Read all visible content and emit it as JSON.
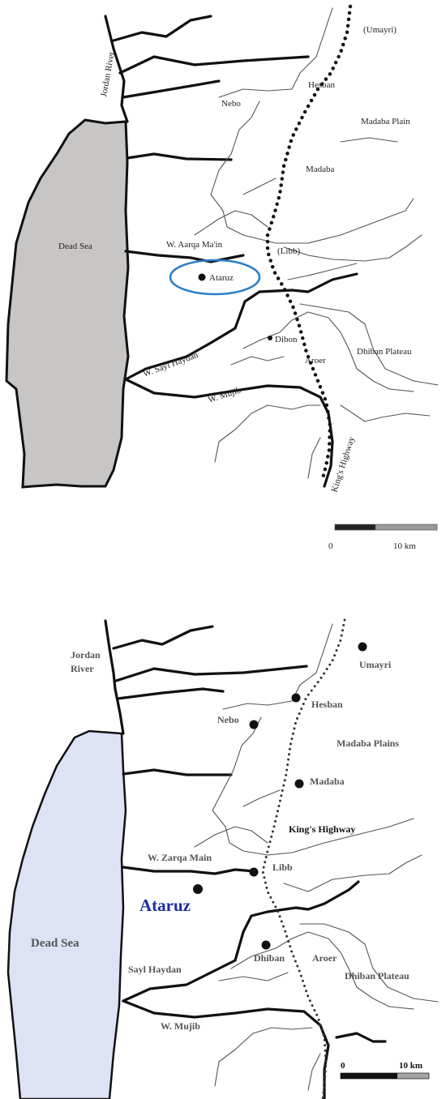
{
  "top_map": {
    "labels": {
      "jordan_river": "Jordan River",
      "umayri": "(Umayri)",
      "hesban": "Hesban",
      "nebo": "Nebo",
      "madaba_plain": "Madaba Plain",
      "madaba": "Madaba",
      "dead_sea": "Dead Sea",
      "w_zarqa": "W. Aarqa Ma'in",
      "libb": "(Libb)",
      "ataruz": "Ataruz",
      "dibon": "Dibon",
      "aroer": "Aroer",
      "dhiban_plateau": "Dhiban Plateau",
      "w_sayl": "W. Sayl Haydan",
      "w_mujib": "W. Mujib",
      "kings_highway": "King's Highway"
    },
    "scale": {
      "min": "0",
      "max": "10 km"
    },
    "colors": {
      "dead_sea": "#c8c6c4",
      "highlight_ellipse": "#2b7fc7"
    }
  },
  "bottom_map": {
    "labels": {
      "jordan_river": "Jordan River",
      "umayri": "Umayri",
      "hesban": "Hesban",
      "nebo": "Nebo",
      "madaba_plains": "Madaba Plains",
      "madaba": "Madaba",
      "kings_highway": "King's Highway",
      "w_zarqa": "W. Zarqa Main",
      "libb": "Libb",
      "ataruz": "Ataruz",
      "dead_sea": "Dead Sea",
      "sayl_haydan": "Sayl Haydan",
      "dhiban": "Dhiban",
      "aroer": "Aroer",
      "dhiban_plateau": "Dhiban Plateau",
      "w_mujib": "W. Mujib"
    },
    "scale": {
      "min": "0",
      "max": "10 km"
    },
    "colors": {
      "dead_sea": "#dde2f5",
      "ataruz_label": "#1c2fa0"
    }
  }
}
